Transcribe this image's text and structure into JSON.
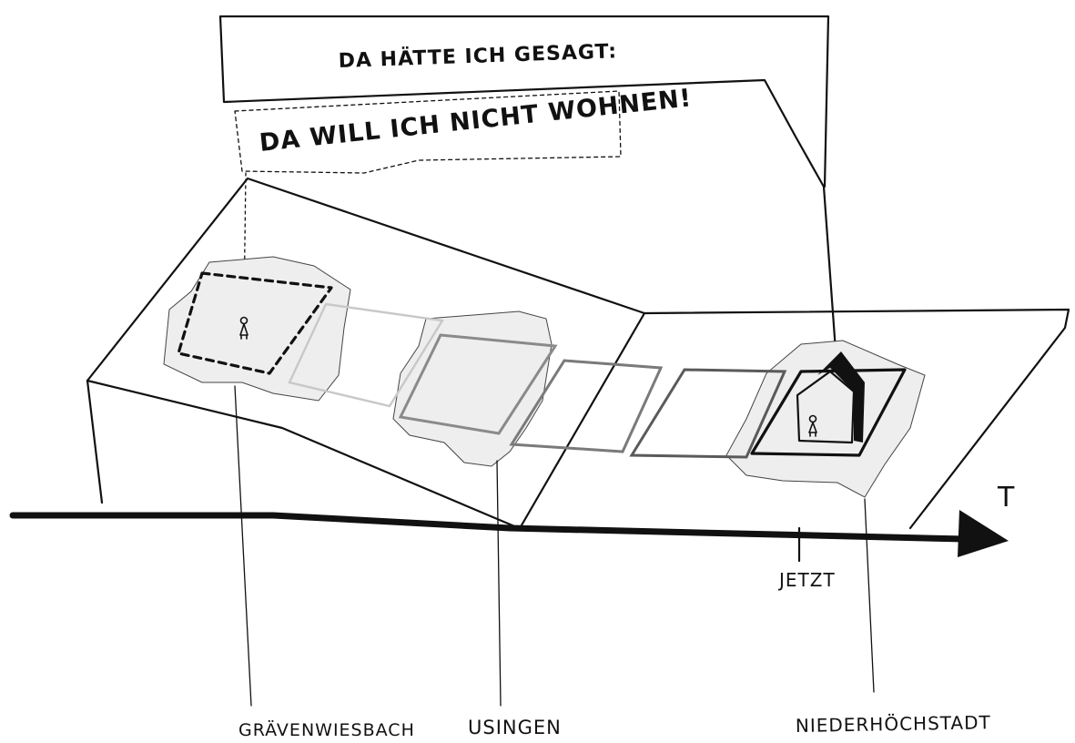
{
  "speech_top": "DA HÄTTE ICH GESAGT:",
  "speech_dashed": "DA WILL ICH NICHT WOHNEN!",
  "axis_label": "T",
  "now_label": "JETZT",
  "places": {
    "left": "GRÄVENWIESBACH",
    "middle": "USINGEN",
    "right": "NIEDERHÖCHSTADT"
  },
  "colors": {
    "ink": "#111111",
    "patch": "#eeeeee",
    "ghost_light": "#c8c8c8",
    "ghost_mid": "#8a8a8a",
    "ghost_dark": "#5a5a5a"
  }
}
